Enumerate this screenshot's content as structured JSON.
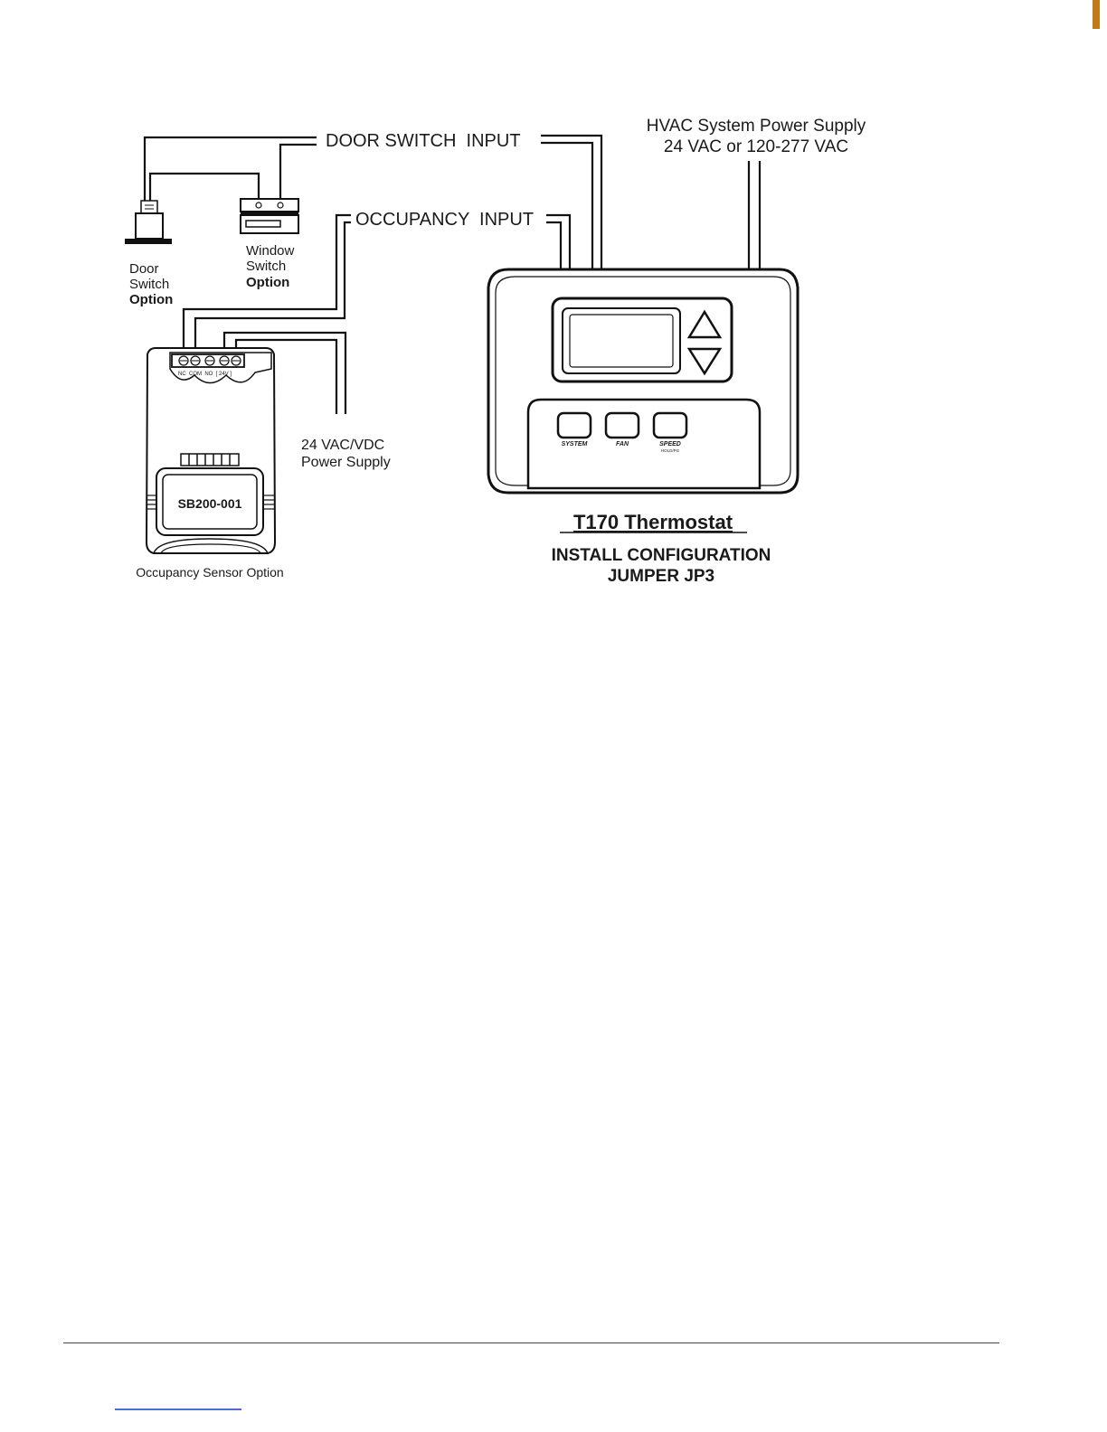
{
  "labels": {
    "door_switch_input": "DOOR SWITCH  INPUT",
    "occupancy_input": "OCCUPANCY  INPUT",
    "hvac_line1": "HVAC System Power Supply",
    "hvac_line2": "24 VAC or 120-277 VAC",
    "door_option": [
      "Door",
      "Switch",
      "Option"
    ],
    "window_option": [
      "Window",
      "Switch",
      "Option"
    ],
    "power_supply": [
      "24 VAC/VDC",
      "Power Supply"
    ],
    "sensor_model": "SB200-001",
    "sensor_caption": "Occupancy Sensor Option",
    "terminal_labels": "NC  COM  NO  [ 24V ]",
    "thermostat_title": "T170 Thermostat",
    "install_line1": "INSTALL CONFIGURATION",
    "install_line2": "JUMPER JP3"
  },
  "thermostat_buttons": [
    {
      "label": "SYSTEM",
      "sub": ""
    },
    {
      "label": "FAN",
      "sub": ""
    },
    {
      "label": "SPEED",
      "sub": "HOLD/PG"
    }
  ],
  "colors": {
    "line": "#111111",
    "footer_link": "#4a6fd0",
    "corner_mark": "#c07a18"
  }
}
